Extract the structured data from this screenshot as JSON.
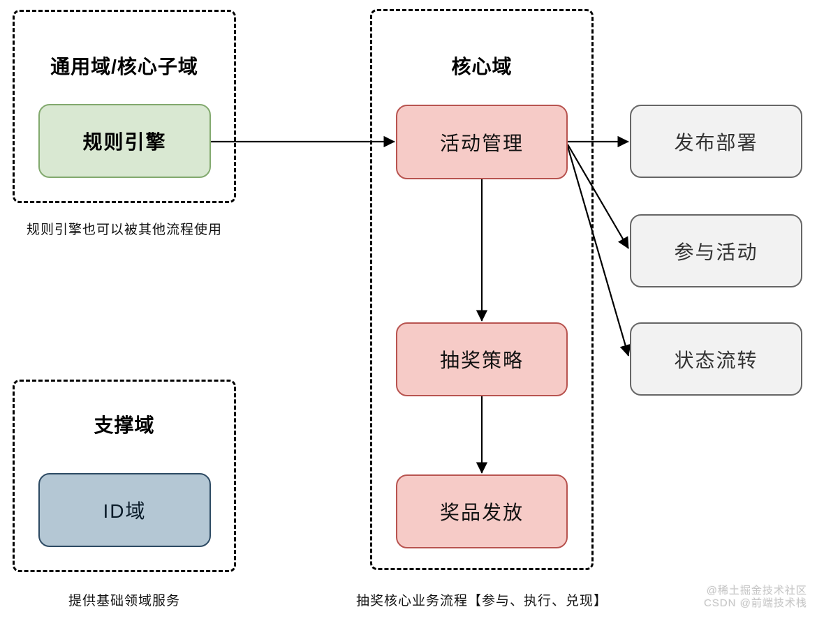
{
  "groups": {
    "general": {
      "title": "通用域/核心子域",
      "node_label": "规则引擎",
      "caption": "规则引擎也可以被其他流程使用"
    },
    "core": {
      "title": "核心域",
      "nodes": [
        {
          "label": "活动管理"
        },
        {
          "label": "抽奖策略"
        },
        {
          "label": "奖品发放"
        }
      ],
      "caption": "抽奖核心业务流程【参与、执行、兑现】"
    },
    "support": {
      "title": "支撑域",
      "node_label": "ID域",
      "caption": "提供基础领域服务"
    },
    "external": {
      "nodes": [
        {
          "label": "发布部署"
        },
        {
          "label": "参与活动"
        },
        {
          "label": "状态流转"
        }
      ]
    }
  },
  "edges": [
    {
      "from": "规则引擎",
      "to": "活动管理"
    },
    {
      "from": "活动管理",
      "to": "发布部署"
    },
    {
      "from": "活动管理",
      "to": "参与活动"
    },
    {
      "from": "活动管理",
      "to": "状态流转"
    },
    {
      "from": "活动管理",
      "to": "抽奖策略"
    },
    {
      "from": "抽奖策略",
      "to": "奖品发放"
    }
  ],
  "colors": {
    "green_fill": "#d9e8d2",
    "green_border": "#82a96e",
    "pink_fill": "#f6cbc7",
    "pink_border": "#b85450",
    "gray_fill": "#f2f2f2",
    "gray_border": "#666666",
    "blue_fill": "#b4c7d4",
    "blue_border": "#2d4a63",
    "line": "#000000"
  },
  "watermark": {
    "line1": "@稀土掘金技术社区",
    "line2": "CSDN @前端技术栈"
  }
}
